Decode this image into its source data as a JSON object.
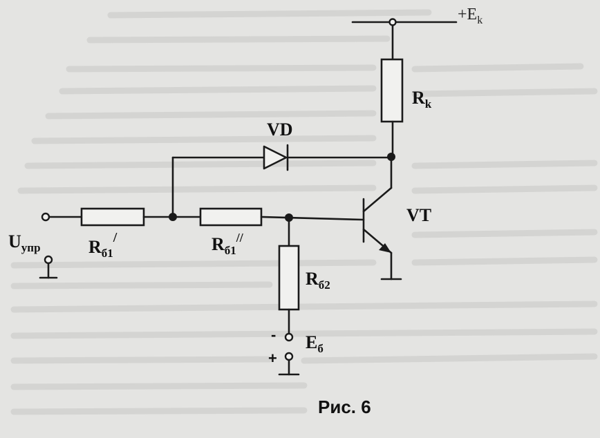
{
  "figure": {
    "caption": "Рис. 6",
    "labels": {
      "supply": {
        "main": "+E",
        "sub": "k"
      },
      "collector_resistor": {
        "main": "R",
        "sub": "k"
      },
      "diode": {
        "main": "VD"
      },
      "transistor": {
        "main": "VT"
      },
      "input": {
        "main": "U",
        "sub": "упр"
      },
      "base_resistor_1a": {
        "main": "R",
        "sub": "б1",
        "mark": "/"
      },
      "base_resistor_1b": {
        "main": "R",
        "sub": "б1",
        "mark": "//"
      },
      "base_resistor_2": {
        "main": "R",
        "sub": "б2"
      },
      "bias_source": {
        "main": "E",
        "sub": "б"
      },
      "bias_minus": "-",
      "bias_plus": "+"
    }
  }
}
